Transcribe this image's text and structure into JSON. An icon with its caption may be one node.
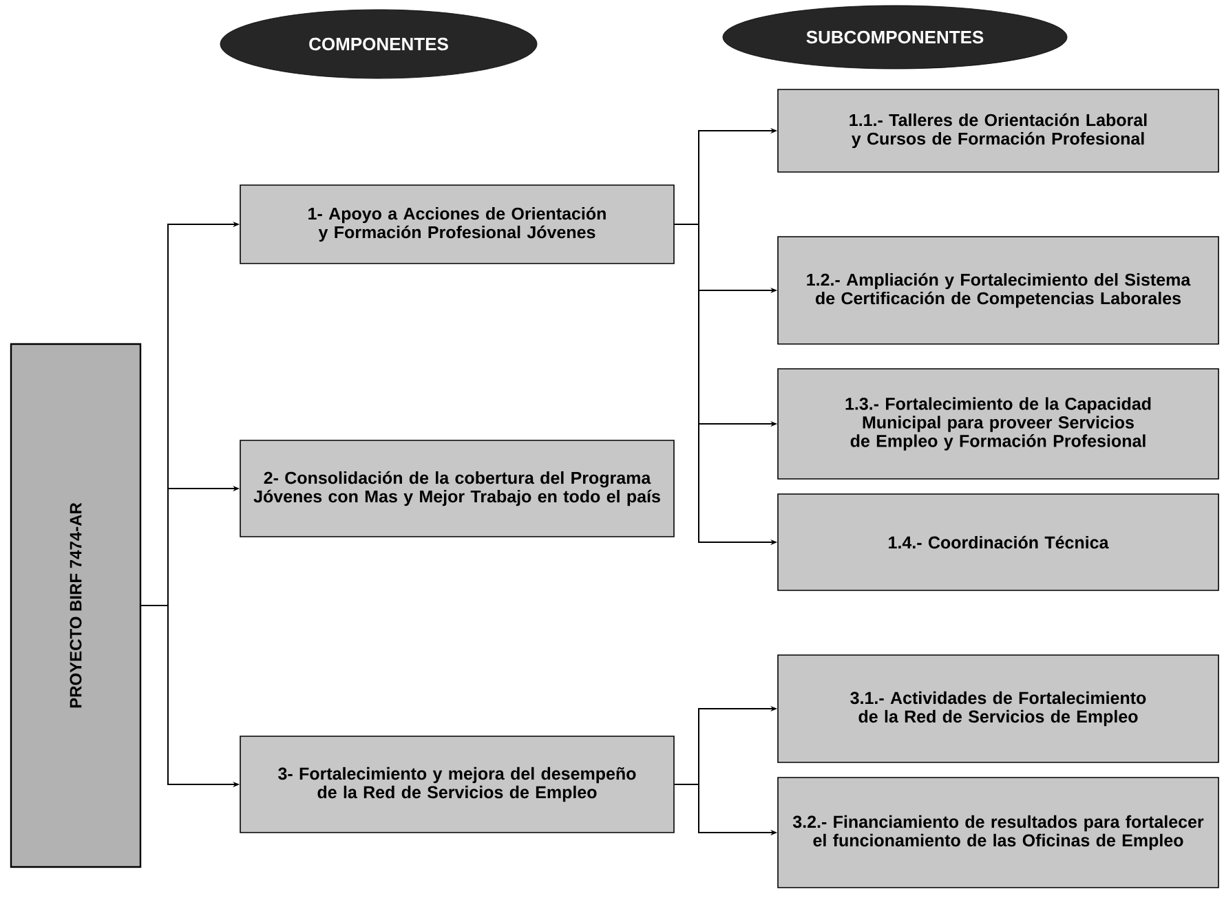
{
  "diagram": {
    "nodes": [
      {
        "text": [
          "COMPONENTES"
        ]
      },
      {
        "text": [
          "SUBCOMPONENTES"
        ]
      },
      {
        "text": [
          "PROYECTO BIRF 7474-AR"
        ]
      },
      {
        "text": [
          "1- Apoyo a Acciones de Orientación y Formación Profesional Jóvenes"
        ]
      },
      {
        "text": [
          "2- Consolidación de la cobertura del Programa Jóvenes con Mas y Mejor Trabajo en todo el país"
        ]
      },
      {
        "text": [
          "3- Fortalecimiento y mejora del desempeño de la Red de Servicios de Empleo"
        ]
      },
      {
        "text": [
          "1.1.- Talleres de Orientación Laboral y Cursos de Formación Profesional"
        ]
      },
      {
        "text": [
          "1.2.- Ampliación y Fortalecimiento del Sistema de Certificación de Competencias Laborales"
        ]
      },
      {
        "text": [
          "1.3.- Fortalecimiento de la Capacidad Municipal para proveer Servicios de Empleo y Formación Profesional"
        ]
      },
      {
        "text": [
          "1.4.- Coordinación Técnica"
        ]
      },
      {
        "text": [
          "3.1.- Actividades de Fortalecimiento de la Red de Servicios de Empleo"
        ]
      },
      {
        "text": [
          "3.2.- Financiamiento de resultados para fortalecer el funcionamiento de las Oficinas de Empleo"
        ]
      }
    ],
    "edges": [
      {
        "from": 2,
        "to": 3,
        "arrow": "to"
      },
      {
        "from": 2,
        "to": 4,
        "arrow": "to"
      },
      {
        "from": 2,
        "to": 5,
        "arrow": "to"
      },
      {
        "from": 3,
        "to": 6,
        "arrow": "to"
      },
      {
        "from": 3,
        "to": 7,
        "arrow": "to"
      },
      {
        "from": 3,
        "to": 8,
        "arrow": "to"
      },
      {
        "from": 3,
        "to": 9,
        "arrow": "to"
      },
      {
        "from": 5,
        "to": 10,
        "arrow": "to"
      },
      {
        "from": 5,
        "to": 11,
        "arrow": "to"
      }
    ]
  }
}
